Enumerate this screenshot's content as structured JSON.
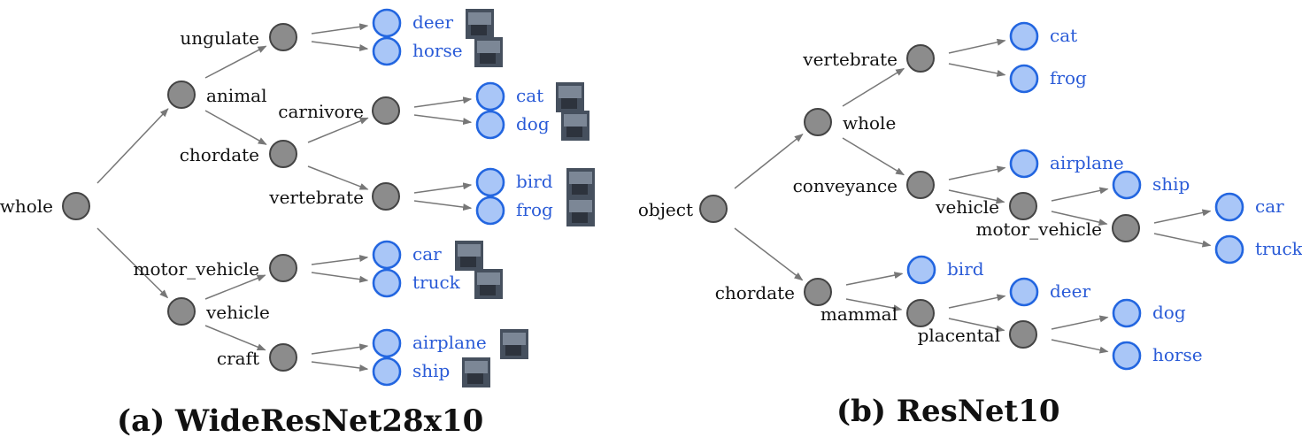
{
  "colors": {
    "internal_node": "#8c8c8c",
    "leaf_node": "#a9c6f7",
    "leaf_text": "#2a5bd7"
  },
  "panel_a": {
    "caption": "(a) WideResNet28x10",
    "root": "whole",
    "internal": [
      "animal",
      "vehicle",
      "ungulate",
      "chordate",
      "carnivore",
      "vertebrate",
      "motor_vehicle",
      "craft"
    ],
    "leaves": [
      "deer",
      "horse",
      "cat",
      "dog",
      "bird",
      "frog",
      "car",
      "truck",
      "airplane",
      "ship"
    ]
  },
  "panel_b": {
    "caption": "(b) ResNet10",
    "root": "object",
    "internal": [
      "whole",
      "chordate",
      "vertebrate",
      "conveyance",
      "vehicle",
      "motor_vehicle",
      "mammal",
      "placental"
    ],
    "leaves": [
      "cat",
      "frog",
      "airplane",
      "ship",
      "car",
      "truck",
      "bird",
      "deer",
      "dog",
      "horse"
    ]
  }
}
